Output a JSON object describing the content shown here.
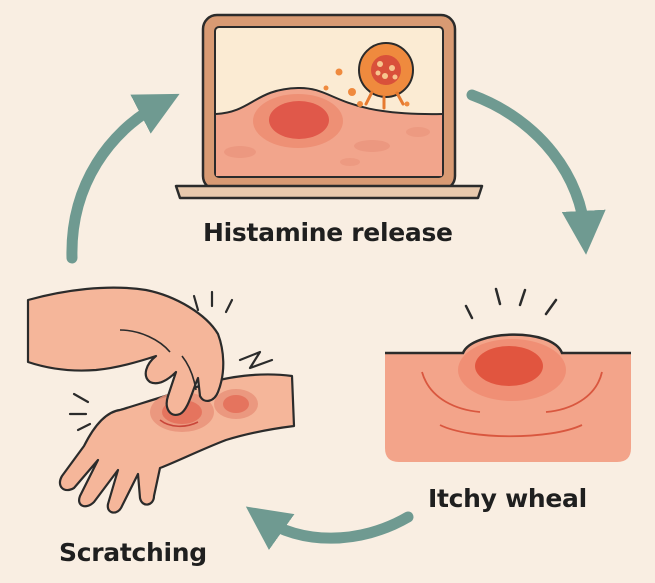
{
  "stages": [
    {
      "id": "histamine",
      "label": "Histamine release"
    },
    {
      "id": "wheal",
      "label": "Itchy wheal"
    },
    {
      "id": "scratch",
      "label": "Scratching"
    }
  ],
  "colors": {
    "background": "#f9eee2",
    "arrow": "#6f9a91",
    "outline": "#2b2b2b",
    "skin": "#f5b69a",
    "skin_dark": "#e9937a",
    "wheal": "#e4604a",
    "screen": "#fbebd3"
  },
  "icons": [
    "laptop-icon",
    "mast-cell-icon",
    "wheal-icon",
    "scratching-hand-icon",
    "cycle-arrow-icon"
  ]
}
